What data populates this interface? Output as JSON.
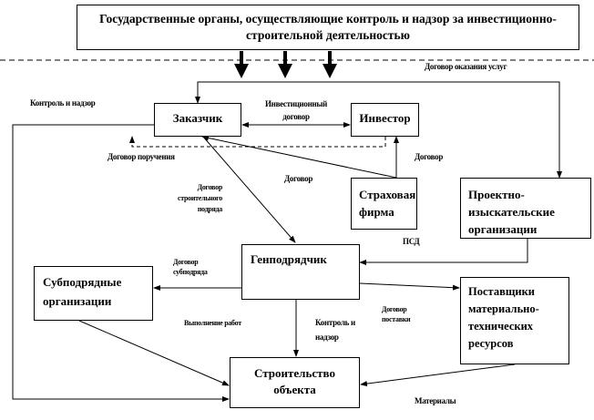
{
  "top_box": {
    "text": "Государственные органы, осуществляющие  контроль и надзор за инвестиционно-строительной деятельностью"
  },
  "nodes": {
    "customer": "Заказчик",
    "investor": "Инвестор",
    "insurance": "Страховая фирма",
    "design": "Проектно-изыскательские организации",
    "general_contractor": "Генподрядчик",
    "subcontractors": "Субподрядные организации",
    "suppliers": "Поставщики материально-технических ресурсов",
    "construction": "Строительство объекта"
  },
  "edge_labels": {
    "services_contract": "Договор оказания услуг",
    "control_left": "Контроль и надзор",
    "investment_contract": "Инвестиционный договор",
    "agency_contract": "Договор поручения",
    "contract_insurance_investor": "Договор",
    "contract_insurance_customer": "Договор",
    "construction_contract": "Договор строительного подряда",
    "psd": "ПСД",
    "subcontract": "Договор субподряда",
    "supply_contract": "Договор поставки",
    "works": "Выполнение работ",
    "control_gc": "Контроль и надзор",
    "materials": "Материалы"
  }
}
